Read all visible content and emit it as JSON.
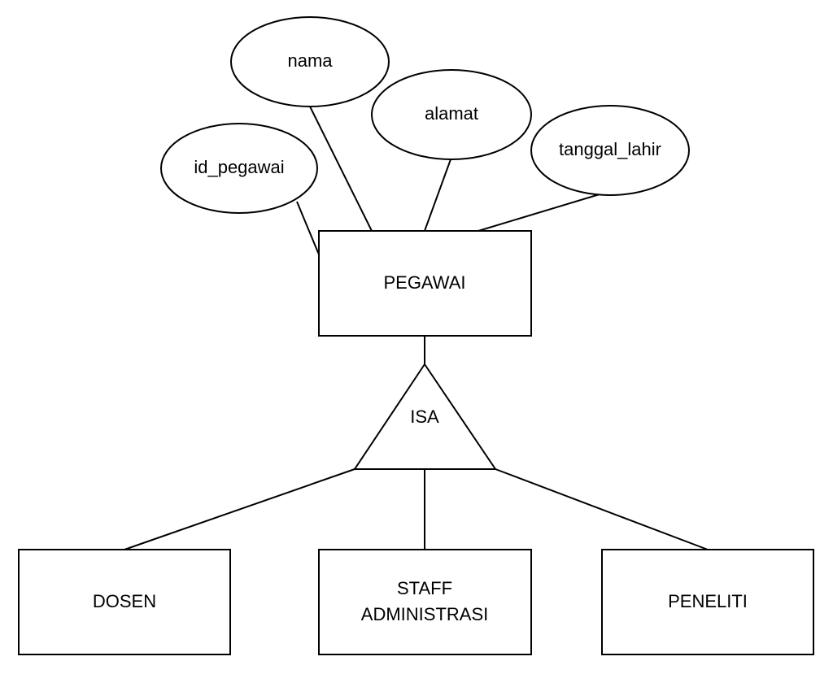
{
  "entities": {
    "pegawai": "PEGAWAI",
    "dosen": "DOSEN",
    "staff_line1": "STAFF",
    "staff_line2": "ADMINISTRASI",
    "peneliti": "PENELITI"
  },
  "attributes": {
    "nama": "nama",
    "alamat": "alamat",
    "tanggal_lahir": "tanggal_lahir",
    "id_pegawai": "id_pegawai"
  },
  "isa": "ISA"
}
